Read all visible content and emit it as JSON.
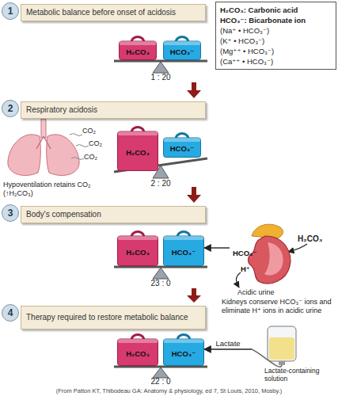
{
  "diagram": {
    "caption": "(From Patton KT, Thibodeau GA: Anatomy & physiology, ed 7, St Louis, 2010, Mosby.)",
    "nodes": [
      {
        "text": [
          "1"
        ]
      },
      {
        "text": [
          "Metabolic balance before onset of acidosis"
        ]
      },
      {
        "text": [
          "H₂CO₃: Carbonic acid",
          "HCO₃⁻: Bicarbonate ion",
          "(Na⁺ • HCO₃⁻)",
          "(K⁺ • HCO₃⁻)",
          "(Mg⁺⁺ • HCO₃⁻)",
          "(Ca⁺⁺ • HCO₃⁻)"
        ]
      },
      {
        "text": [
          "H₂CO₃"
        ]
      },
      {
        "text": [
          "HCO₃⁻"
        ]
      },
      {
        "text": [
          "2"
        ]
      },
      {
        "text": [
          "Respiratory acidosis"
        ]
      },
      {
        "text": [
          "H₂CO₃"
        ]
      },
      {
        "text": [
          "HCO₃⁻"
        ]
      },
      {
        "text": [
          "3"
        ]
      },
      {
        "text": [
          "Body's compensation"
        ]
      },
      {
        "text": [
          "H₂CO₃"
        ]
      },
      {
        "text": [
          "HCO₃⁻"
        ]
      },
      {
        "text": [
          "HCO₃⁻",
          "H⁺"
        ]
      },
      {
        "text": [
          "4"
        ]
      },
      {
        "text": [
          "Therapy required to restore metabolic balance"
        ]
      },
      {
        "text": [
          "H₂CO₃"
        ]
      },
      {
        "text": [
          "HCO₃⁻"
        ]
      },
      {
        "text": [
          "Lactate-containing solution"
        ]
      }
    ],
    "edges": [
      {
        "from": 13,
        "to": 12,
        "arrow": "to"
      },
      {
        "from": 18,
        "to": 17,
        "label": "Lactate",
        "arrow": "to"
      }
    ],
    "labels": [
      "1 : 20",
      "CO₂",
      "CO₂",
      "CO₂",
      "Hypoventilation retains CO₂ (↑H₂CO₃)",
      "2 : 20",
      "H₂CO₃",
      "23 : 0",
      "Acidic urine",
      "Kidneys conserve HCO₃⁻ ions and eliminate H⁺ ions in acidic urine",
      "22 : 0"
    ]
  }
}
